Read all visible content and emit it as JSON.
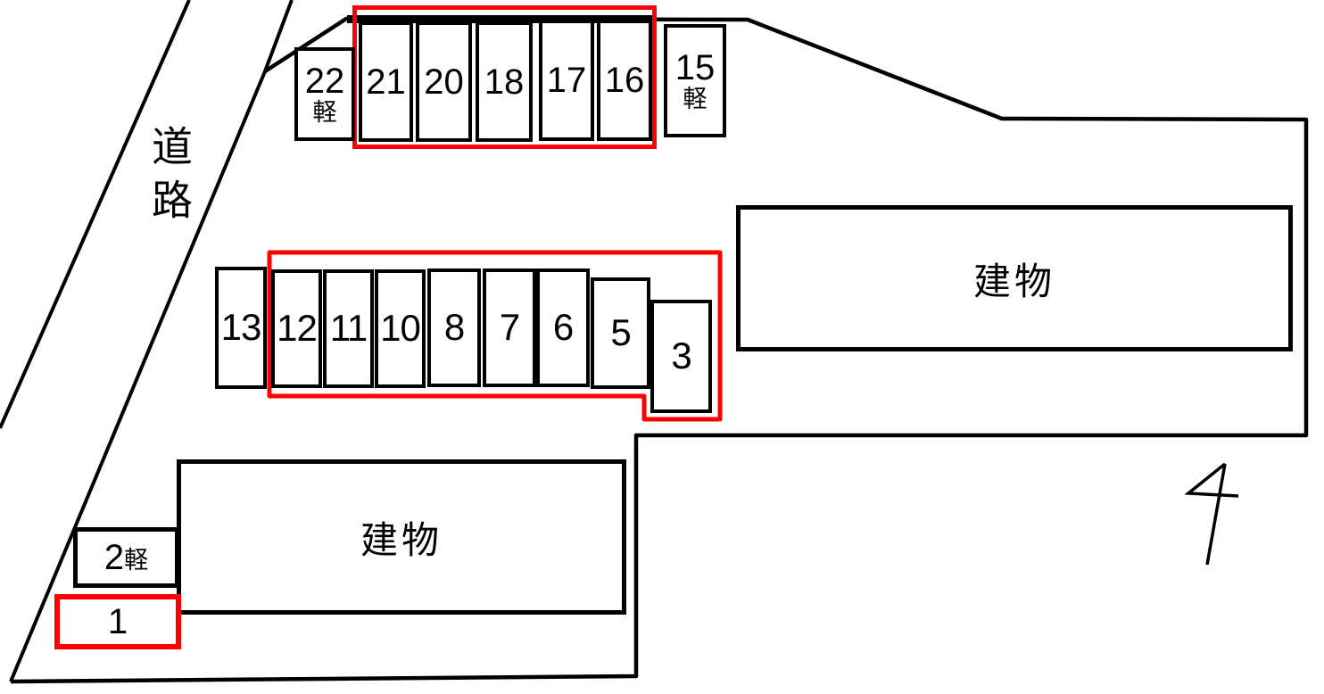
{
  "diagram_type": "parking-lot-layout-map",
  "road": {
    "label": "道路"
  },
  "buildings": [
    {
      "label": "建物"
    },
    {
      "label": "建物"
    }
  ],
  "icons": {
    "north_arrow": "north-arrow"
  },
  "colors": {
    "line": "#000000",
    "highlight": "#ff0000",
    "background": "#ffffff"
  },
  "highlight_groups": [
    {
      "spaces": [
        "21",
        "20",
        "18",
        "17",
        "16"
      ]
    },
    {
      "spaces": [
        "12",
        "11",
        "10",
        "8",
        "7",
        "6",
        "5",
        "3"
      ]
    },
    {
      "spaces": [
        "1"
      ]
    }
  ],
  "spaces": [
    {
      "label": "22",
      "sub": "軽",
      "highlighted": false
    },
    {
      "label": "21",
      "sub": "",
      "highlighted": true
    },
    {
      "label": "20",
      "sub": "",
      "highlighted": true
    },
    {
      "label": "18",
      "sub": "",
      "highlighted": true
    },
    {
      "label": "17",
      "sub": "",
      "highlighted": true
    },
    {
      "label": "16",
      "sub": "",
      "highlighted": true
    },
    {
      "label": "15",
      "sub": "軽",
      "highlighted": false
    },
    {
      "label": "13",
      "sub": "",
      "highlighted": false
    },
    {
      "label": "12",
      "sub": "",
      "highlighted": true
    },
    {
      "label": "11",
      "sub": "",
      "highlighted": true
    },
    {
      "label": "10",
      "sub": "",
      "highlighted": true
    },
    {
      "label": "8",
      "sub": "",
      "highlighted": true
    },
    {
      "label": "7",
      "sub": "",
      "highlighted": true
    },
    {
      "label": "6",
      "sub": "",
      "highlighted": true
    },
    {
      "label": "5",
      "sub": "",
      "highlighted": true
    },
    {
      "label": "3",
      "sub": "",
      "highlighted": true
    },
    {
      "label": "2",
      "sub": "軽",
      "highlighted": false
    },
    {
      "label": "1",
      "sub": "",
      "highlighted": true
    }
  ]
}
